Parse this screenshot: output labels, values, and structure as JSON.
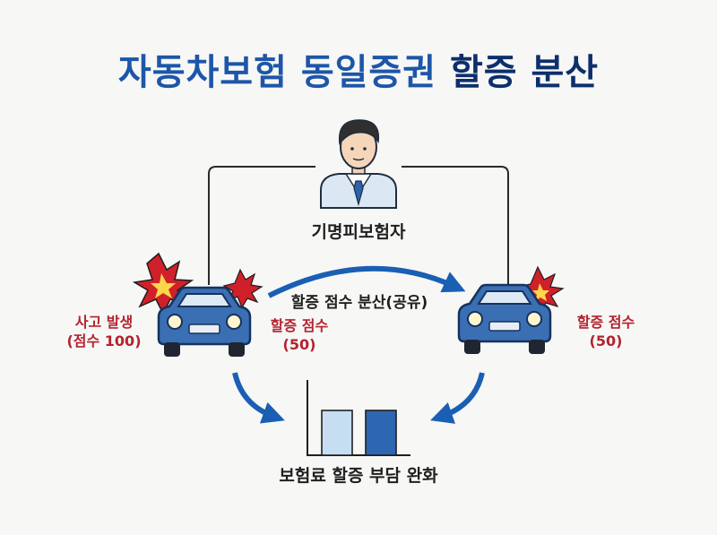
{
  "title": {
    "part1": "자동차보험 동일증권",
    "part2": "할증 분산"
  },
  "person": {
    "label": "기명피보험자"
  },
  "arrow_label": "할증 점수 분산(공유)",
  "left_car": {
    "accident_line1": "사고 발생",
    "accident_line2": "(점수 100)",
    "points_line1": "할증 점수",
    "points_line2": "(50)"
  },
  "right_car": {
    "points_line1": "할증 점수",
    "points_line2": "(50)"
  },
  "bottom_label": "보험료 할증 부담 완화",
  "colors": {
    "title_blue": "#1d56a8",
    "title_navy": "#0d2f6b",
    "car_blue": "#3b6fb3",
    "arrow_blue": "#1a5fb4",
    "accent_red": "#b3232e",
    "burst_red": "#d0202a"
  }
}
